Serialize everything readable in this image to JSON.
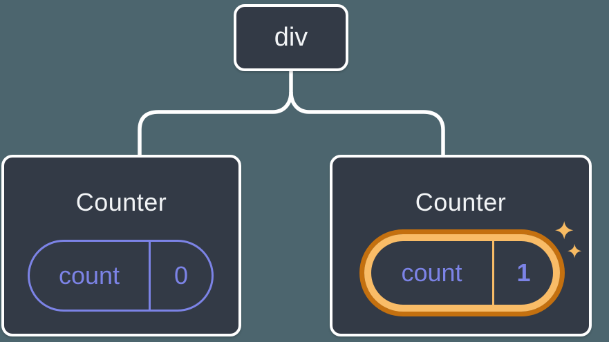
{
  "diagram": {
    "kind": "component-tree",
    "background_color": "#4c656e",
    "connector_color": "#ffffff",
    "node_fill_color": "#333a46",
    "node_border_color": "#ffffff",
    "text_color": "#f2f4f6",
    "state_accent_color": "#7c83e6",
    "highlight_outer_color": "#c4700f",
    "highlight_inner_color": "#f9bc67",
    "sparkle_color": "#f8bb63",
    "root": {
      "label": "div"
    },
    "children": [
      {
        "title": "Counter",
        "state": {
          "key": "count",
          "value": "0"
        },
        "highlighted": false
      },
      {
        "title": "Counter",
        "state": {
          "key": "count",
          "value": "1"
        },
        "highlighted": true
      }
    ]
  }
}
